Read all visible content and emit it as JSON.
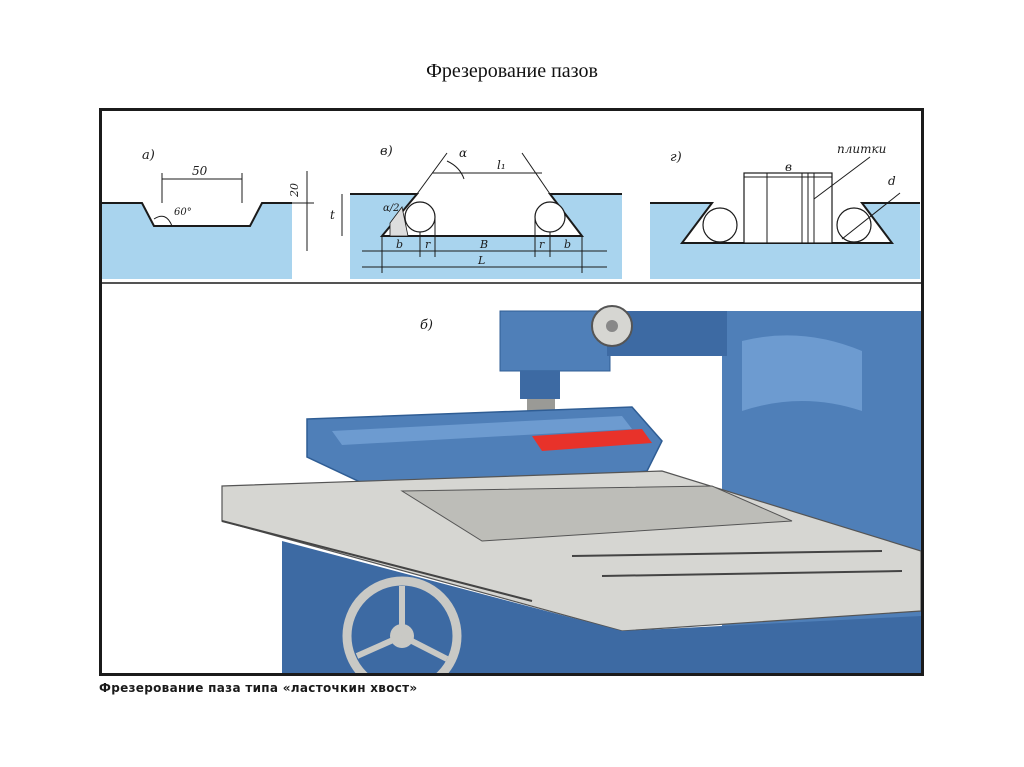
{
  "slide": {
    "title": "Фрезерование пазов"
  },
  "figure": {
    "caption": "Фрезерование паза типа «ласточкин хвост»",
    "colors": {
      "material_fill": "#a9d4ee",
      "machine_blue": "#4f7fb8",
      "machine_dark": "#2f5d94",
      "table_gray": "#d6d6d2",
      "cut_red": "#e8322a",
      "outline": "#1b1b1b"
    },
    "panels": {
      "a": {
        "label": "а)",
        "dim_width": "50",
        "dim_depth": "20",
        "dim_angle": "60°"
      },
      "v": {
        "label": "в)",
        "dim_alpha": "α",
        "dim_half_alpha": "α/2",
        "dim_l1": "l₁",
        "dim_t": "t",
        "dim_b": "b",
        "dim_r": "r",
        "dim_B": "B",
        "dim_L": "L"
      },
      "g": {
        "label": "г)",
        "dim_plates": "плитки",
        "dim_v": "в",
        "dim_d": "d"
      },
      "b": {
        "label": "б)"
      }
    }
  }
}
